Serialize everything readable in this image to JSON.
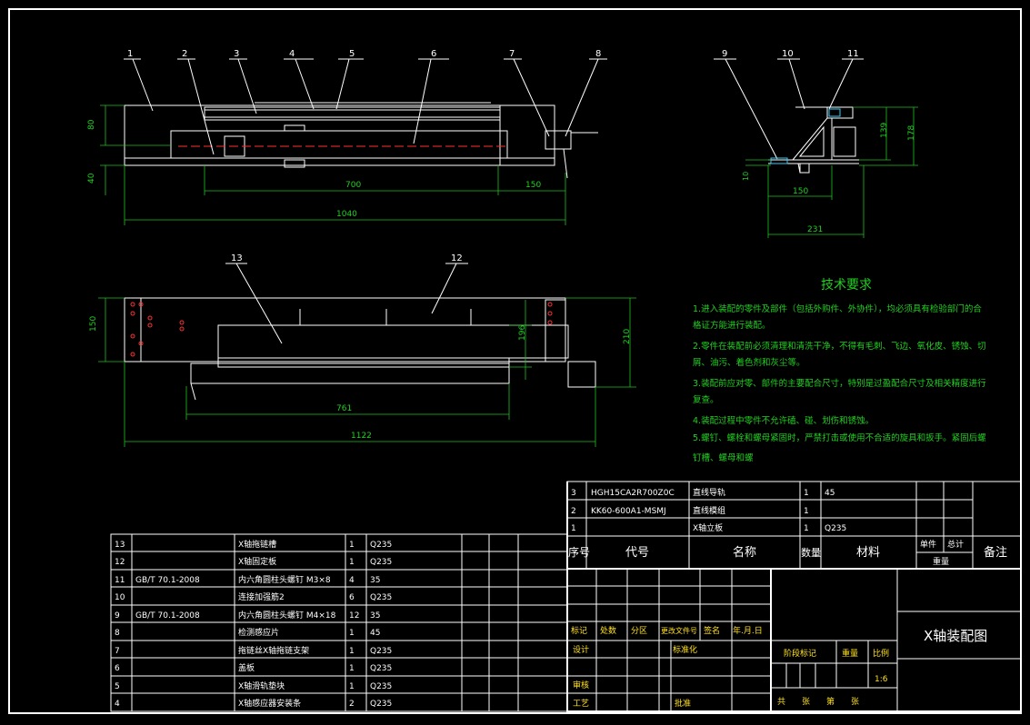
{
  "drawing": {
    "balloons_top": [
      "1",
      "2",
      "3",
      "4",
      "5",
      "6",
      "7",
      "8",
      "9",
      "10",
      "11"
    ],
    "balloons_bottom": [
      "13",
      "12"
    ],
    "dims_front": {
      "h80": "80",
      "h40": "40",
      "w700": "700",
      "w150": "150",
      "w1040": "1040"
    },
    "dims_side": {
      "h139": "139",
      "h178": "178",
      "h10": "10",
      "w150": "150",
      "w231": "231"
    },
    "dims_top": {
      "h150": "150",
      "h196": "196",
      "h210": "210",
      "w761": "761",
      "w1122": "1122"
    }
  },
  "tech": {
    "title": "技术要求",
    "lines": [
      "1.进入装配的零件及部件（包括外购件、外协件），均必须具有检验部门的合",
      "格证方能进行装配。",
      "2.零件在装配前必须清理和清洗干净，不得有毛刺、飞边、氧化皮、锈蚀、切",
      "屑、油污、着色剂和灰尘等。",
      "3.装配前应对零、部件的主要配合尺寸，特别是过盈配合尺寸及相关精度进行",
      "复查。",
      "4.装配过程中零件不允许磕、碰、划伤和锈蚀。",
      "5.螺钉、螺栓和螺母紧固时，严禁打击或使用不合适的旋具和扳手。紧固后螺",
      "钉槽、螺母和螺"
    ]
  },
  "bom_upper": {
    "rows": [
      {
        "no": "3",
        "code": "HGH15CA2R700Z0C",
        "name": "直线导轨",
        "qty": "1",
        "mat": "45"
      },
      {
        "no": "2",
        "code": "KK60-600A1-MSMJ",
        "name": "直线模组",
        "qty": "1",
        "mat": ""
      },
      {
        "no": "1",
        "code": "",
        "name": "X轴立板",
        "qty": "1",
        "mat": "Q235"
      }
    ],
    "header": {
      "no": "序号",
      "code": "代号",
      "name": "名称",
      "qty": "数量",
      "mat": "材料",
      "single": "单件",
      "total": "总计",
      "weight": "重量",
      "remark": "备注"
    }
  },
  "bom_lower": {
    "rows": [
      {
        "no": "13",
        "code": "",
        "name": "X轴拖链槽",
        "qty": "1",
        "mat": "Q235"
      },
      {
        "no": "12",
        "code": "",
        "name": "X轴固定板",
        "qty": "1",
        "mat": "Q235"
      },
      {
        "no": "11",
        "code": "GB/T 70.1-2008",
        "name": "内六角圆柱头螺钉 M3×8",
        "qty": "4",
        "mat": "35"
      },
      {
        "no": "10",
        "code": "",
        "name": "连接加强筋2",
        "qty": "6",
        "mat": "Q235"
      },
      {
        "no": "9",
        "code": "GB/T 70.1-2008",
        "name": "内六角圆柱头螺钉 M4×18",
        "qty": "12",
        "mat": "35"
      },
      {
        "no": "8",
        "code": "",
        "name": "检测感应片",
        "qty": "1",
        "mat": "45"
      },
      {
        "no": "7",
        "code": "",
        "name": "拖链丝X轴拖链支架",
        "qty": "1",
        "mat": "Q235"
      },
      {
        "no": "6",
        "code": "",
        "name": "盖板",
        "qty": "1",
        "mat": "Q235"
      },
      {
        "no": "5",
        "code": "",
        "name": "X轴滑轨垫块",
        "qty": "1",
        "mat": "Q235"
      },
      {
        "no": "4",
        "code": "",
        "name": "X轴感应器安装条",
        "qty": "2",
        "mat": "Q235"
      }
    ]
  },
  "title_block": {
    "drawing_title": "X轴装配图",
    "marks_row": [
      "标记",
      "处数",
      "分区",
      "更改文件号",
      "签名",
      "年.月.日"
    ],
    "design": "设计",
    "standard": "标准化",
    "stage_mark": "阶段标记",
    "weight": "重量",
    "scale": "比例",
    "scale_value": "1:6",
    "review": "审核",
    "craft": "工艺",
    "approve": "批准",
    "sheets": "共　　张　　第　　张"
  }
}
